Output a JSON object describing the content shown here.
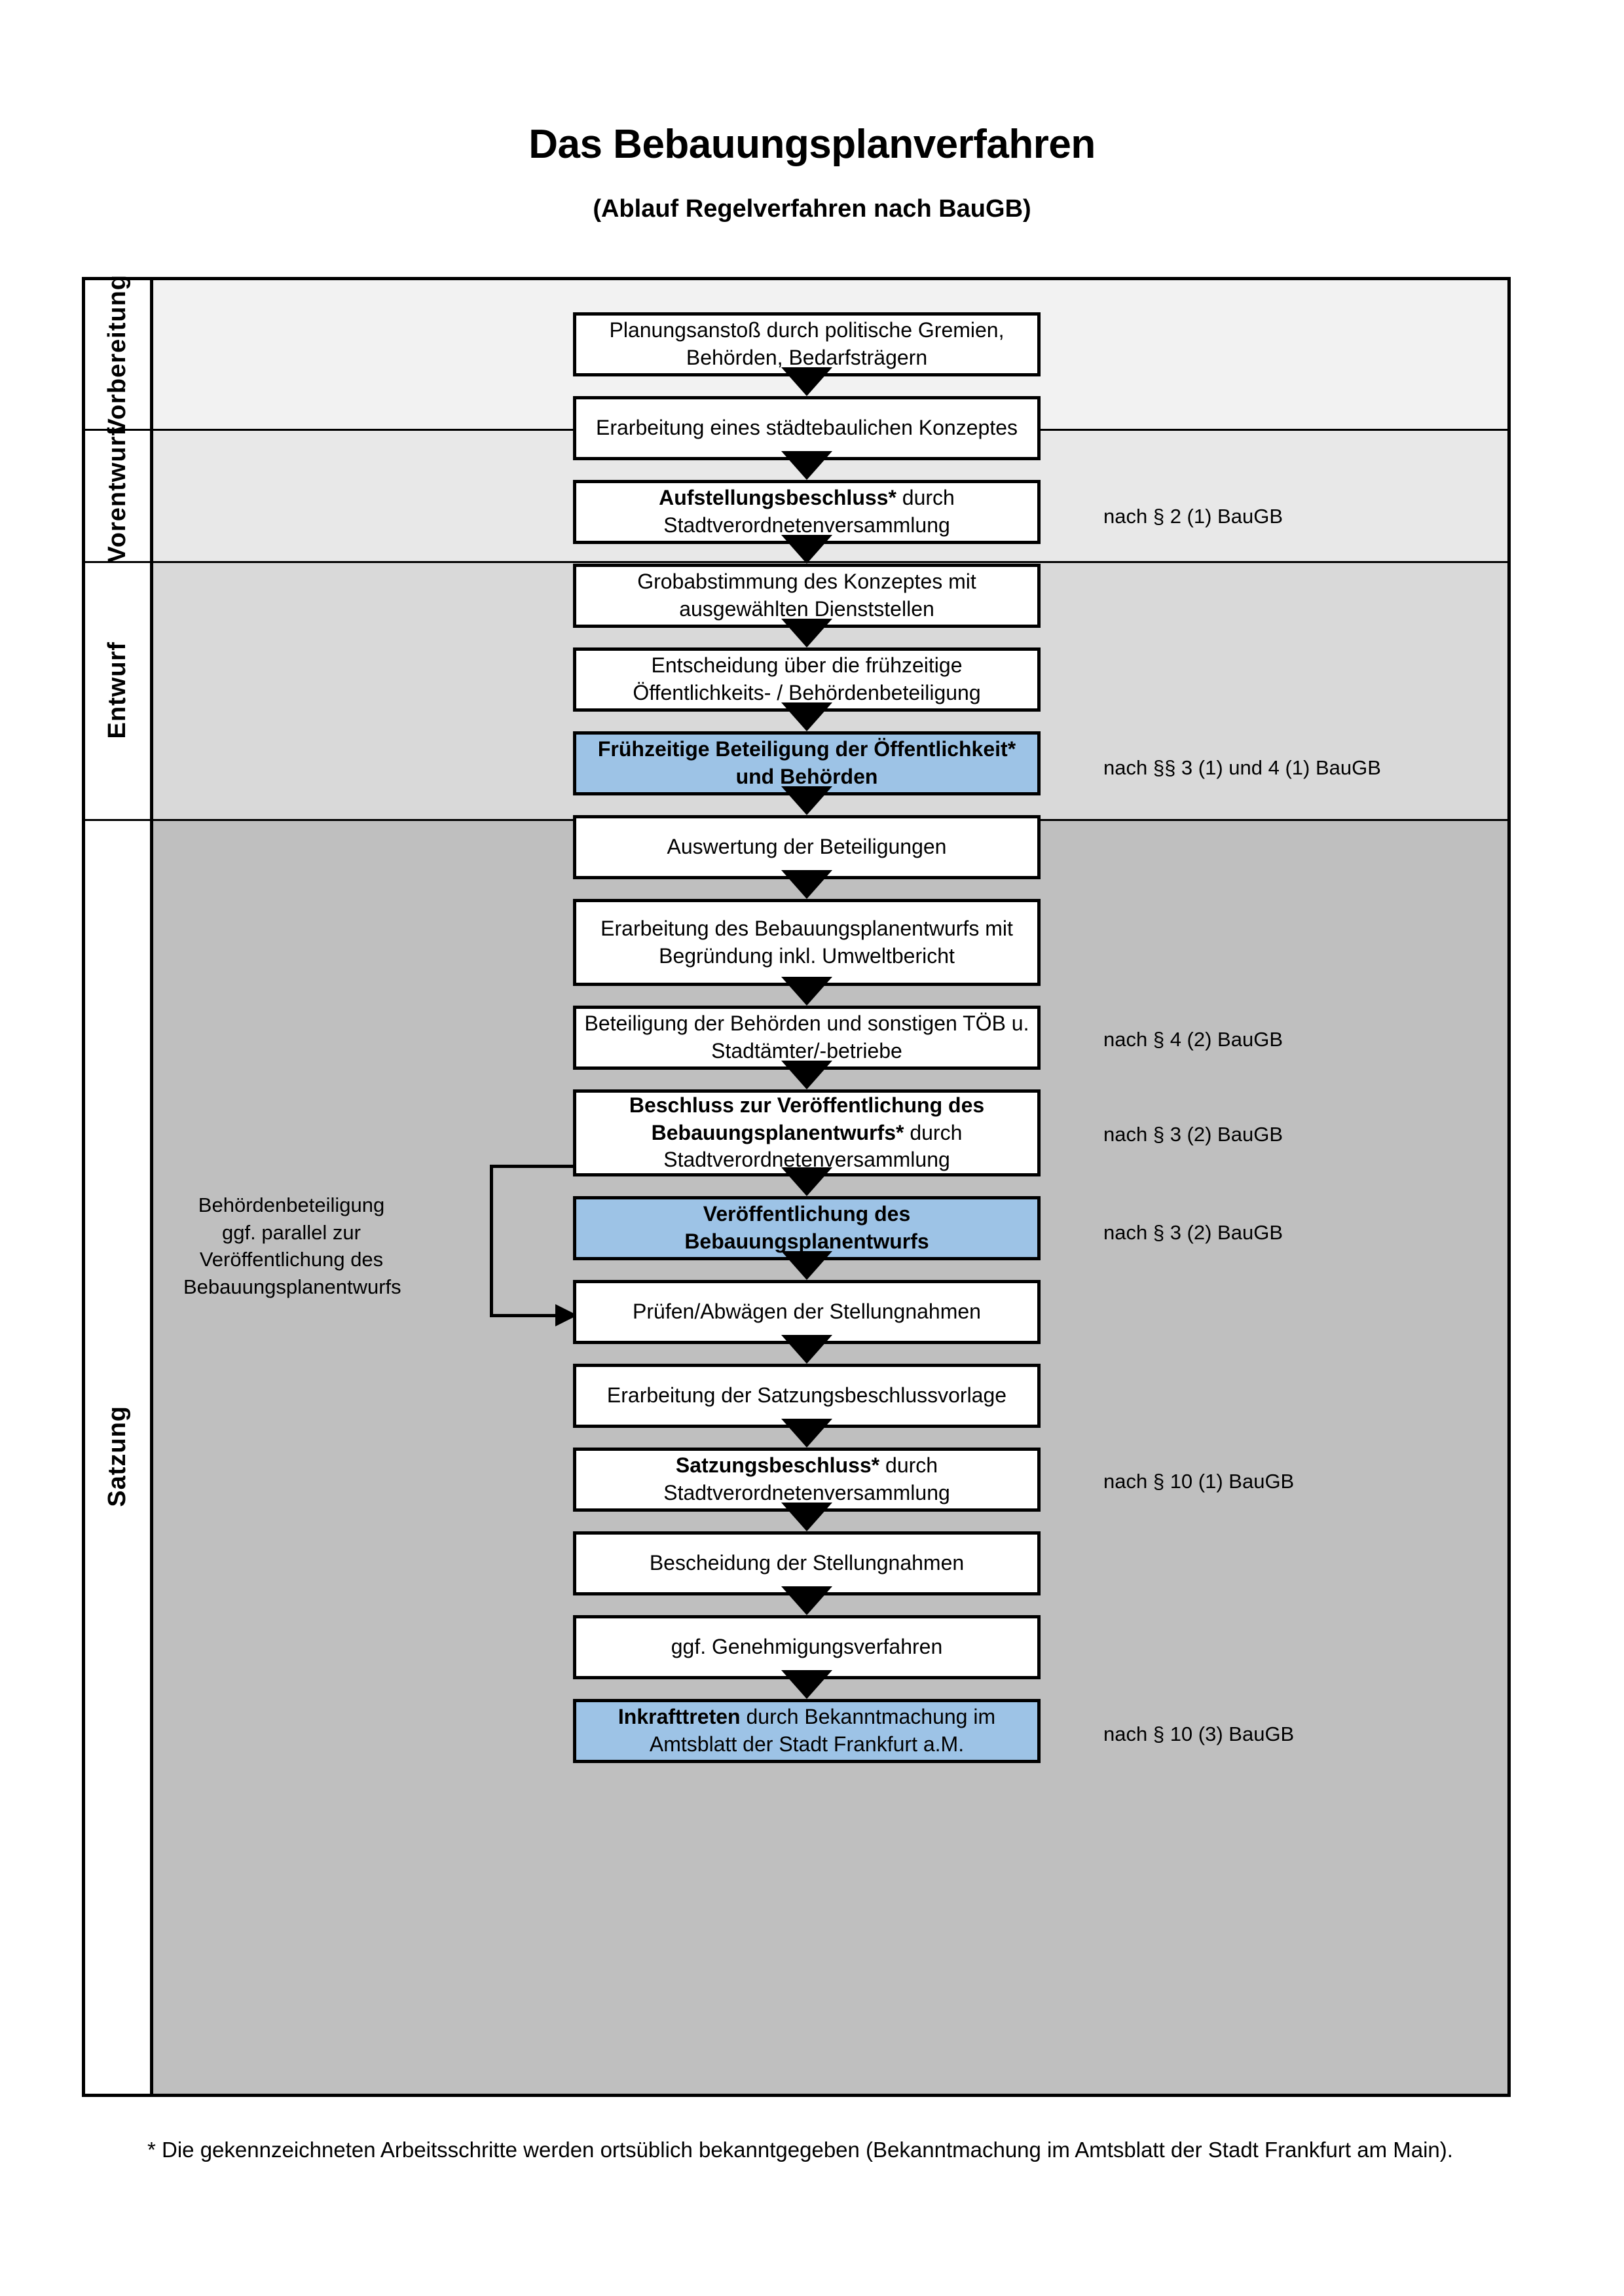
{
  "header": {
    "title": "Das Bebauungsplanverfahren",
    "subtitle": "(Ablauf Regelverfahren nach BauGB)"
  },
  "phases": [
    {
      "label": "Vorbereitung",
      "band_color": "#f2f2f2"
    },
    {
      "label": "Vorentwurf",
      "band_color": "#e8e8e8"
    },
    {
      "label": "Entwurf",
      "band_color": "#d9d9d9"
    },
    {
      "label": "Satzung",
      "band_color": "#bfbfbf"
    }
  ],
  "steps": [
    {
      "id": "planungsanstoss",
      "phase": "Vorbereitung",
      "bold": "",
      "text": "Planungsanstoß durch politische Gremien, Behörden, Bedarfsträgern",
      "highlight": false
    },
    {
      "id": "konzept",
      "phase": "Vorbereitung",
      "bold": "",
      "text": "Erarbeitung eines städtebaulichen Konzeptes",
      "highlight": false
    },
    {
      "id": "aufstellungsbeschluss",
      "phase": "Vorbereitung",
      "bold": "Aufstellungsbeschluss*",
      "text": " durch Stadtverordnetenversammlung",
      "highlight": false
    },
    {
      "id": "grobabstimmung",
      "phase": "Vorentwurf",
      "bold": "",
      "text": "Grobabstimmung des Konzeptes mit ausgewählten Dienststellen",
      "highlight": false
    },
    {
      "id": "entscheidung",
      "phase": "Vorentwurf",
      "bold": "",
      "text": "Entscheidung über die frühzeitige Öffentlichkeits- / Behördenbeteiligung",
      "highlight": false
    },
    {
      "id": "fruehzeitige-beteiligung",
      "phase": "Vorentwurf",
      "bold": "Frühzeitige Beteiligung der Öffentlichkeit* und Behörden",
      "text": "",
      "highlight": true
    },
    {
      "id": "auswertung",
      "phase": "Entwurf",
      "bold": "",
      "text": "Auswertung der Beteiligungen",
      "highlight": false
    },
    {
      "id": "erarbeitung-entwurf",
      "phase": "Entwurf",
      "bold": "",
      "text": "Erarbeitung des Bebauungsplanentwurfs mit Begründung inkl. Umweltbericht",
      "highlight": false
    },
    {
      "id": "toeb-beteiligung",
      "phase": "Entwurf",
      "bold": "",
      "text": "Beteiligung der Behörden und sonstigen TÖB u. Stadtämter/-betriebe",
      "highlight": false
    },
    {
      "id": "beschluss-veroeffentlichung",
      "phase": "Entwurf",
      "bold": "Beschluss zur Veröffentlichung des Bebauungsplanentwurfs*",
      "text": " durch Stadtverordnetenversammlung",
      "highlight": false
    },
    {
      "id": "veroeffentlichung",
      "phase": "Entwurf",
      "bold": "Veröffentlichung des Bebauungsplanentwurfs",
      "text": "",
      "highlight": true
    },
    {
      "id": "pruefen-abwaegen",
      "phase": "Satzung",
      "bold": "",
      "text": "Prüfen/Abwägen der Stellungnahmen",
      "highlight": false
    },
    {
      "id": "satzungsvorlage",
      "phase": "Satzung",
      "bold": "",
      "text": "Erarbeitung der Satzungsbeschlussvorlage",
      "highlight": false
    },
    {
      "id": "satzungsbeschluss",
      "phase": "Satzung",
      "bold": "Satzungsbeschluss*",
      "text": " durch Stadtverordnetenversammlung",
      "highlight": false
    },
    {
      "id": "bescheidung",
      "phase": "Satzung",
      "bold": "",
      "text": "Bescheidung der Stellungnahmen",
      "highlight": false
    },
    {
      "id": "genehmigungsverfahren",
      "phase": "Satzung",
      "bold": "",
      "text": "ggf. Genehmigungsverfahren",
      "highlight": false
    },
    {
      "id": "inkrafttreten",
      "phase": "Satzung",
      "bold": "Inkrafttreten",
      "text": " durch Bekanntmachung im Amtsblatt der Stadt Frankfurt a.M.",
      "highlight": true
    }
  ],
  "legal_refs": [
    {
      "id": "ref-aufstellungsbeschluss",
      "text": "nach § 2 (1) BauGB"
    },
    {
      "id": "ref-fruehzeitige",
      "text": "nach §§ 3 (1) und 4 (1) BauGB"
    },
    {
      "id": "ref-toeb",
      "text": "nach § 4 (2) BauGB"
    },
    {
      "id": "ref-beschluss",
      "text": "nach § 3 (2) BauGB"
    },
    {
      "id": "ref-veroeffentlichung",
      "text": "nach § 3 (2) BauGB"
    },
    {
      "id": "ref-satzungsbeschluss",
      "text": "nach § 10 (1) BauGB"
    },
    {
      "id": "ref-inkrafttreten",
      "text": "nach § 10 (3) BauGB"
    }
  ],
  "side_note": {
    "text": "Behördenbeteiligung ggf. parallel zur Veröffentlichung des Bebauungsplanentwurfs"
  },
  "footnote": {
    "text": "* Die gekennzeichneten Arbeitsschritte werden ortsüblich bekanntgegeben (Bekanntmachung im Amtsblatt  der Stadt Frankfurt am Main)."
  },
  "colors": {
    "highlight_blue": "#9dc3e6",
    "frame_black": "#000000"
  }
}
